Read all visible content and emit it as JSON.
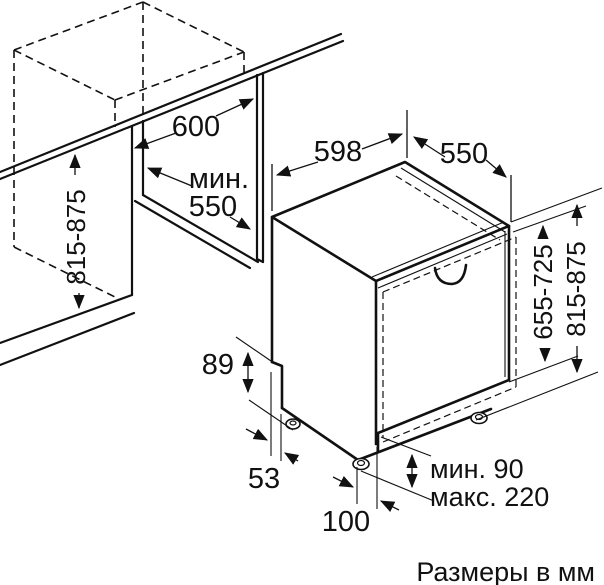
{
  "title_note": "Размеры в мм",
  "colors": {
    "line": "#111111",
    "background": "#ffffff"
  },
  "niche": {
    "width_label": "600",
    "depth_prefix": "мин.",
    "depth_value": "550",
    "height_label": "815-875"
  },
  "appliance": {
    "width_label": "598",
    "depth_label": "550",
    "door_height_label": "655-725",
    "height_label": "815-875",
    "plinth_height_label": "89",
    "plinth_recess_label": "53",
    "foot_inset_label": "100",
    "gap_min_label": "мин. 90",
    "gap_max_label": "макс. 220"
  }
}
